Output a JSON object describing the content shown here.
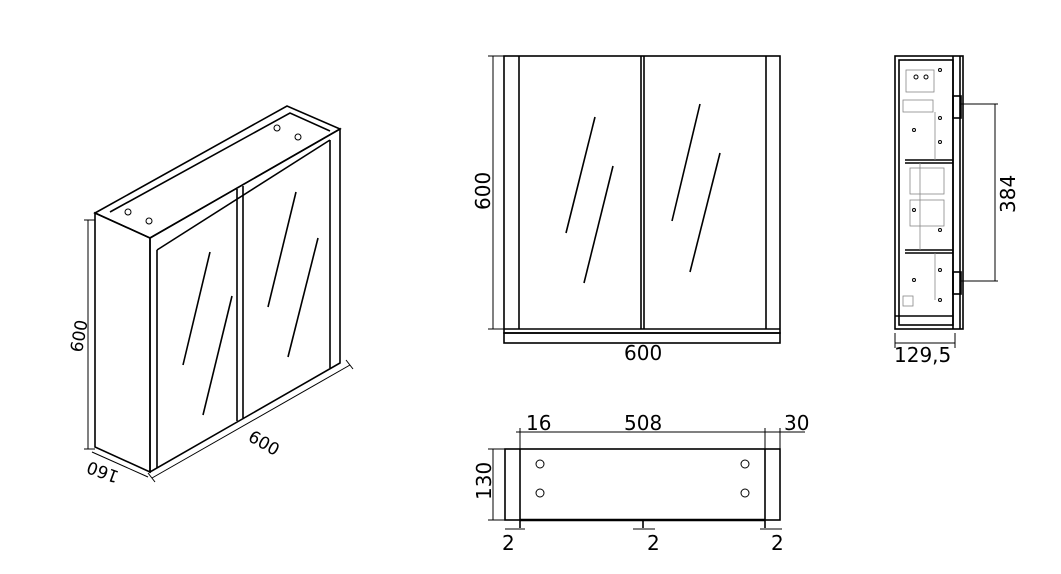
{
  "isometric": {
    "height_label": "600",
    "width_label": "600",
    "depth_label": "160"
  },
  "front": {
    "height_label": "600",
    "width_label": "600"
  },
  "side": {
    "shelf_label": "384",
    "depth_label": "129,5"
  },
  "top": {
    "left_label": "16",
    "middle_label": "508",
    "right_label": "30",
    "depth_label": "130",
    "gap_left_label": "2",
    "gap_mid_label": "2",
    "gap_right_label": "2"
  }
}
